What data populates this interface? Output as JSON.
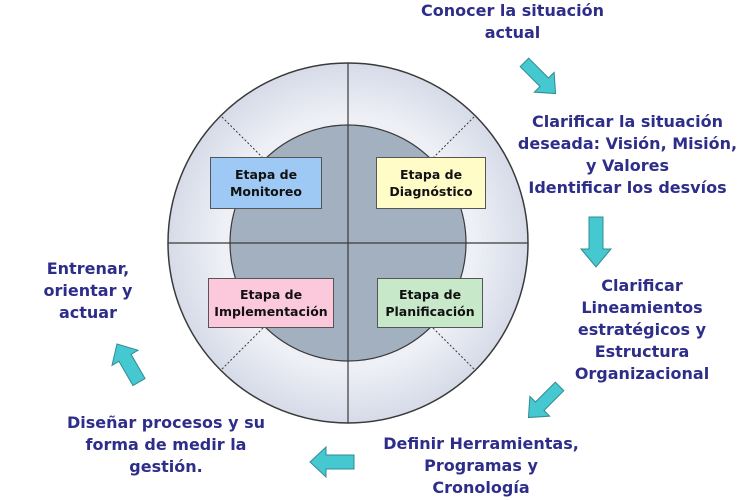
{
  "steps": {
    "conocer": "Conocer la situación\nactual",
    "clarificar_situacion": "Clarificar la situación\ndeseada: Visión,  Misión,\ny Valores\nIdentificar los desvíos",
    "clarificar_lineamientos": "Clarificar\nLineamientos\nestratégicos y\nEstructura\nOrganizacional",
    "definir": "Definir Herramientas,\nProgramas y\nCronología",
    "disenar": "Diseñar procesos y su\nforma de medir la\ngestión.",
    "entrenar": "Entrenar,\norientar y\nactuar"
  },
  "stages": {
    "monitoreo": "Etapa de\nMonitoreo",
    "diagnostico": "Etapa de\nDiagnóstico",
    "implementacion": "Etapa de\nImplementación",
    "planificacion": "Etapa de\nPlanificación"
  },
  "colors": {
    "text": "#2e2e8a",
    "outer_ring": "#e6e9f2",
    "inner_circle": "#a3b0bf",
    "arrow": "#45c8cf",
    "monitoreo": "#9ec9f5",
    "diagnostico": "#fffcc8",
    "implementacion": "#fcc8dc",
    "planificacion": "#c7e8c9"
  }
}
